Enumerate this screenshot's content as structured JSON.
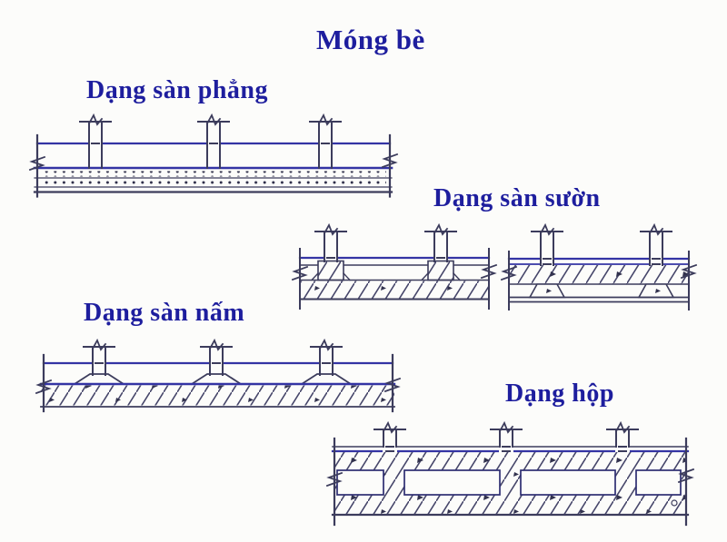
{
  "page": {
    "background": "#fcfcfa"
  },
  "title": "Móng bè",
  "sections": {
    "flat": {
      "label": "Dạng sàn phẳng"
    },
    "ribbed": {
      "label": "Dạng sàn sườn"
    },
    "mushroom": {
      "label": "Dạng sàn nấm"
    },
    "box": {
      "label": "Dạng hộp"
    }
  },
  "colors": {
    "heading_text": "#1e1e9e",
    "drawing_blue": "#3434a4",
    "drawing_dark": "#3c3c5c",
    "hatch_line": "#46466a"
  }
}
